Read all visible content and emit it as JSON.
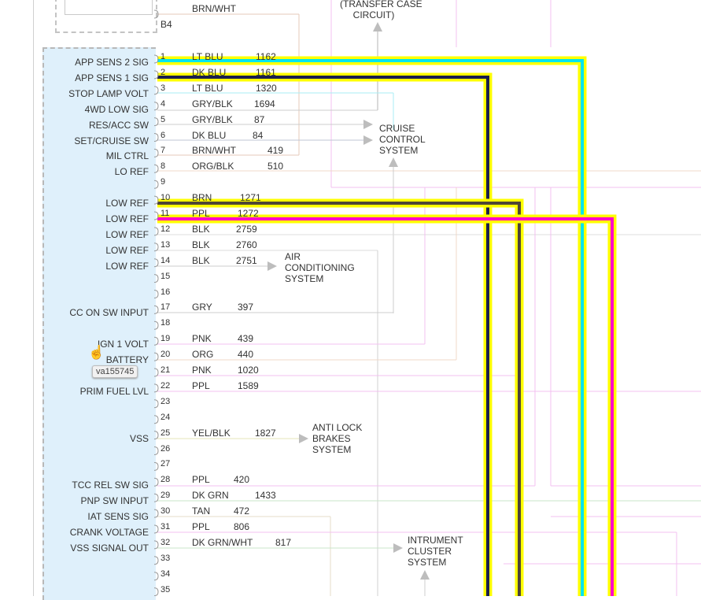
{
  "top": {
    "connector_label": "B4",
    "top_wire": "BRN/WHT",
    "transfer_case": "(TRANSFER CASE\n     CIRCUIT)"
  },
  "pins": [
    {
      "num": "1",
      "label": "APP SENS 2 SIG",
      "wire": "LT BLU",
      "circuit": "1162"
    },
    {
      "num": "2",
      "label": "APP SENS 1 SIG",
      "wire": "DK BLU",
      "circuit": "1161"
    },
    {
      "num": "3",
      "label": "STOP LAMP VOLT",
      "wire": "LT BLU",
      "circuit": "1320"
    },
    {
      "num": "4",
      "label": "4WD LOW SIG",
      "wire": "GRY/BLK",
      "circuit": "1694"
    },
    {
      "num": "5",
      "label": "RES/ACC SW",
      "wire": "GRY/BLK",
      "circuit": "87"
    },
    {
      "num": "6",
      "label": "SET/CRUISE SW",
      "wire": "DK BLU",
      "circuit": "84"
    },
    {
      "num": "7",
      "label": "MIL CTRL",
      "wire": "BRN/WHT",
      "circuit": "419"
    },
    {
      "num": "8",
      "label": "LO REF",
      "wire": "ORG/BLK",
      "circuit": "510"
    },
    {
      "num": "9",
      "label": "",
      "wire": "",
      "circuit": ""
    },
    {
      "num": "10",
      "label": "LOW REF",
      "wire": "BRN",
      "circuit": "1271"
    },
    {
      "num": "11",
      "label": "LOW REF",
      "wire": "PPL",
      "circuit": "1272"
    },
    {
      "num": "12",
      "label": "LOW REF",
      "wire": "BLK",
      "circuit": "2759"
    },
    {
      "num": "13",
      "label": "LOW REF",
      "wire": "BLK",
      "circuit": "2760"
    },
    {
      "num": "14",
      "label": "LOW REF",
      "wire": "BLK",
      "circuit": "2751"
    },
    {
      "num": "15",
      "label": "",
      "wire": "",
      "circuit": ""
    },
    {
      "num": "16",
      "label": "",
      "wire": "",
      "circuit": ""
    },
    {
      "num": "17",
      "label": "CC ON SW INPUT",
      "wire": "GRY",
      "circuit": "397"
    },
    {
      "num": "18",
      "label": "",
      "wire": "",
      "circuit": ""
    },
    {
      "num": "19",
      "label": "IGN 1 VOLT",
      "wire": "PNK",
      "circuit": "439"
    },
    {
      "num": "20",
      "label": "BATTERY",
      "wire": "ORG",
      "circuit": "440"
    },
    {
      "num": "21",
      "label": "",
      "wire": "PNK",
      "circuit": "1020"
    },
    {
      "num": "22",
      "label": "PRIM FUEL LVL",
      "wire": "PPL",
      "circuit": "1589"
    },
    {
      "num": "23",
      "label": "",
      "wire": "",
      "circuit": ""
    },
    {
      "num": "24",
      "label": "",
      "wire": "",
      "circuit": ""
    },
    {
      "num": "25",
      "label": "VSS",
      "wire": "YEL/BLK",
      "circuit": "1827"
    },
    {
      "num": "26",
      "label": "",
      "wire": "",
      "circuit": ""
    },
    {
      "num": "27",
      "label": "",
      "wire": "",
      "circuit": ""
    },
    {
      "num": "28",
      "label": "TCC REL SW SIG",
      "wire": "PPL",
      "circuit": "420"
    },
    {
      "num": "29",
      "label": "PNP SW INPUT",
      "wire": "DK GRN",
      "circuit": "1433"
    },
    {
      "num": "30",
      "label": "IAT SENS SIG",
      "wire": "TAN",
      "circuit": "472"
    },
    {
      "num": "31",
      "label": "CRANK VOLTAGE",
      "wire": "PPL",
      "circuit": "806"
    },
    {
      "num": "32",
      "label": "VSS SIGNAL OUT",
      "wire": "DK GRN/WHT",
      "circuit": "817"
    },
    {
      "num": "33",
      "label": "",
      "wire": "",
      "circuit": ""
    },
    {
      "num": "34",
      "label": "",
      "wire": "",
      "circuit": ""
    },
    {
      "num": "35",
      "label": "",
      "wire": "",
      "circuit": ""
    }
  ],
  "systems": {
    "cruise": "CRUISE\nCONTROL\nSYSTEM",
    "ac": "AIR\nCONDITIONING\nSYSTEM",
    "abs": "ANTI LOCK\nBRAKES\nSYSTEM",
    "cluster": "INTRUMENT\nCLUSTER\nSYSTEM"
  },
  "tooltip": "va155745",
  "colors": {
    "highlight": "#ffff00",
    "lt_blu": "#00e5ee",
    "dk_blu": "#1a1f4d",
    "brn": "#4f4636",
    "ppl": "#ff00c8",
    "panel": "#dff0fb"
  }
}
